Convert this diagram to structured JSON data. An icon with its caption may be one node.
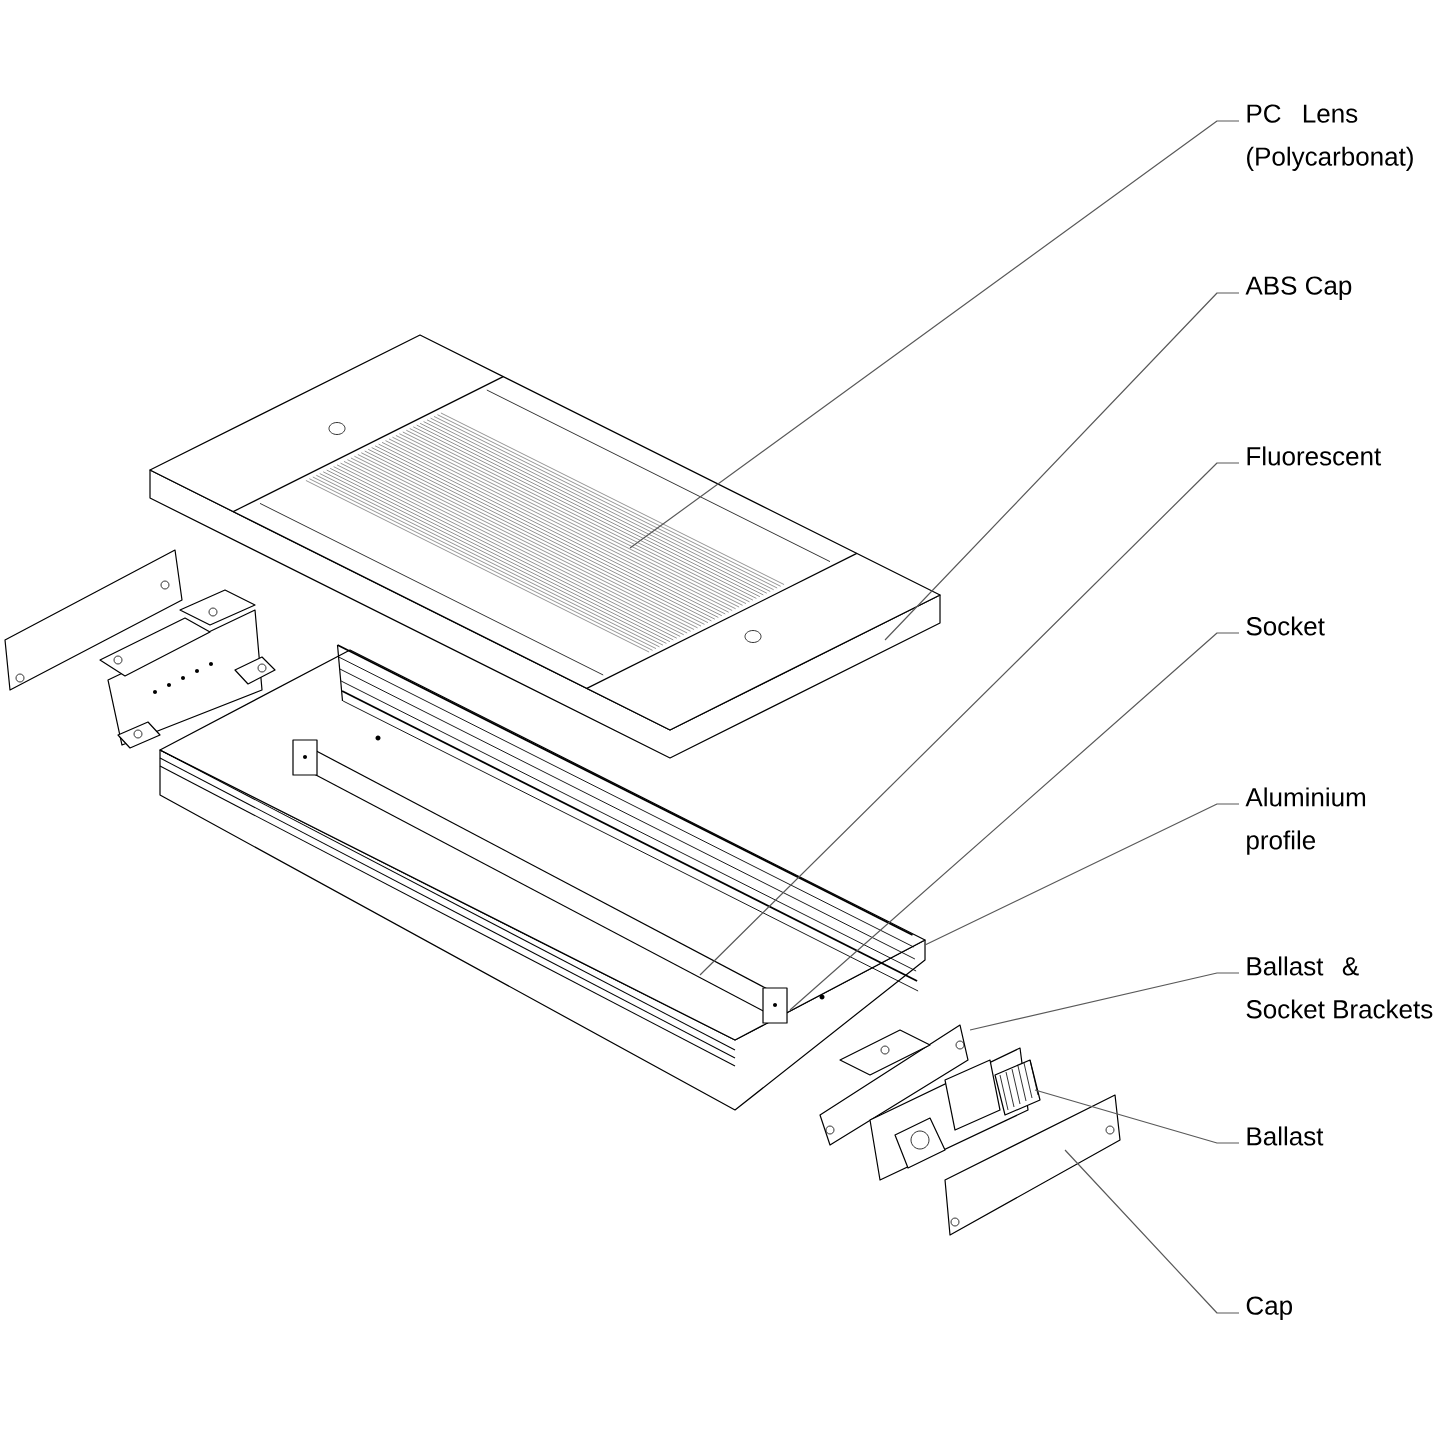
{
  "diagram": {
    "nodes": [
      {
        "text": [
          "PC Lens (Polycarbonat)"
        ]
      },
      {
        "text": [
          "ABS Cap"
        ]
      },
      {
        "text": [
          "Fluorescent"
        ]
      },
      {
        "text": [
          "Socket"
        ]
      },
      {
        "text": [
          "Aluminium profile"
        ]
      },
      {
        "text": [
          "Ballast & Socket Brackets"
        ]
      },
      {
        "text": [
          "Ballast"
        ]
      },
      {
        "text": [
          "Cap"
        ]
      }
    ],
    "edges": [
      {
        "from": 0,
        "to": null,
        "arrow": "none"
      },
      {
        "from": 1,
        "to": null,
        "arrow": "none"
      },
      {
        "from": 2,
        "to": null,
        "arrow": "none"
      },
      {
        "from": 3,
        "to": null,
        "arrow": "none"
      },
      {
        "from": 4,
        "to": null,
        "arrow": "none"
      },
      {
        "from": 5,
        "to": null,
        "arrow": "none"
      },
      {
        "from": 6,
        "to": null,
        "arrow": "none"
      },
      {
        "from": 7,
        "to": null,
        "arrow": "none"
      }
    ]
  }
}
